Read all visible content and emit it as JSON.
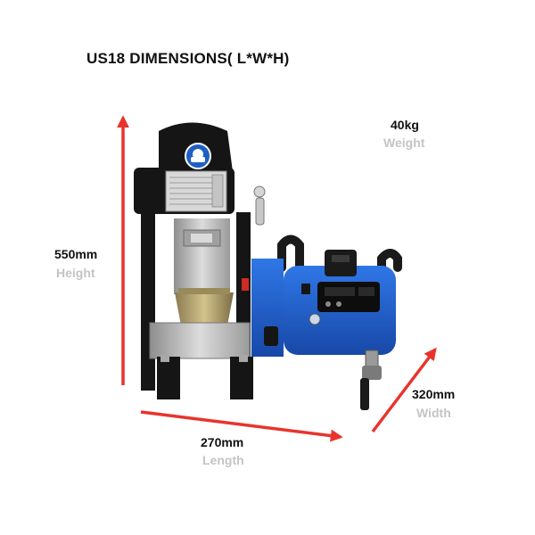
{
  "title": "US18  DIMENSIONS( L*W*H)",
  "weight": {
    "value": "40kg",
    "label": "Weight"
  },
  "height": {
    "value": "550mm",
    "label": "Height"
  },
  "length": {
    "value": "270mm",
    "label": "Length"
  },
  "width": {
    "value": "320mm",
    "label": "Width"
  },
  "colors": {
    "arrow": "#e8342c",
    "machine_black": "#151515",
    "motor_blue": "#1d5fd0",
    "steel": "#b7b7b7",
    "label_gray": "#c4c4c4"
  }
}
